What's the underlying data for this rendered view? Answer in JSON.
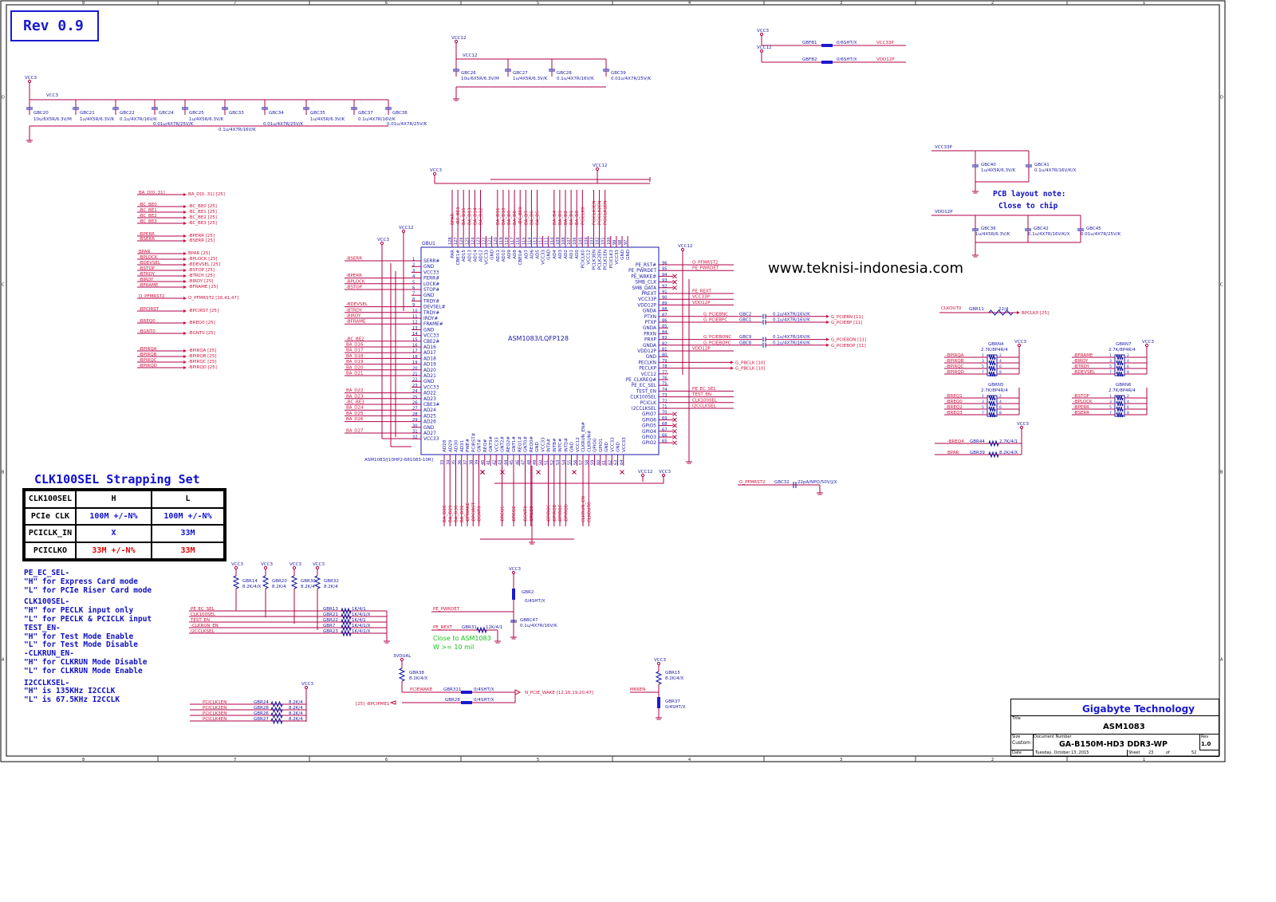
{
  "header": {
    "rev": "Rev 0.9",
    "watermark": "www.teknisi-indonesia.com"
  },
  "border": {
    "cols": [
      "8",
      "7",
      "6",
      "5",
      "4",
      "3",
      "2",
      "1"
    ],
    "rows": [
      "D",
      "C",
      "B",
      "A"
    ]
  },
  "chip": {
    "ref": "GBU1",
    "part": "ASM1083/LQFP128",
    "footprint": "ASM1083/[10HP2-681083-10R]",
    "left_pins": [
      [
        "SERR#",
        "1"
      ],
      [
        "GND",
        "2"
      ],
      [
        "VCC33",
        "3"
      ],
      [
        "PERR#",
        "4"
      ],
      [
        "LOCK#",
        "5"
      ],
      [
        "STOP#",
        "6"
      ],
      [
        "GND",
        "7"
      ],
      [
        "TRDY#",
        "8"
      ],
      [
        "DEVSEL#",
        "9"
      ],
      [
        "TRDY#",
        "10"
      ],
      [
        "IRDY#",
        "11"
      ],
      [
        "FRAME#",
        "12"
      ],
      [
        "GND",
        "13"
      ],
      [
        "VCC33",
        "14"
      ],
      [
        "CBE2#",
        "15"
      ],
      [
        "AD16",
        "16"
      ],
      [
        "AD17",
        "17"
      ],
      [
        "AD18",
        "18"
      ],
      [
        "AD19",
        "19"
      ],
      [
        "AD20",
        "20"
      ],
      [
        "AD21",
        "21"
      ],
      [
        "GND",
        "22"
      ],
      [
        "VCC33",
        "23"
      ],
      [
        "AD22",
        "24"
      ],
      [
        "AD23",
        "25"
      ],
      [
        "CBE3#",
        "26"
      ],
      [
        "AD24",
        "27"
      ],
      [
        "AD25",
        "28"
      ],
      [
        "AD26",
        "29"
      ],
      [
        "GND",
        "30"
      ],
      [
        "AD27",
        "31"
      ],
      [
        "VCC33",
        "32"
      ]
    ],
    "right_pins": [
      [
        "PE_RST#",
        "96"
      ],
      [
        "PE_PWRDET",
        "95"
      ],
      [
        "PE_WAKE#",
        "94"
      ],
      [
        "SMB_CLK",
        "93"
      ],
      [
        "SMB_DATA",
        "92"
      ],
      [
        "PREXT",
        "91"
      ],
      [
        "VCC33P",
        "90"
      ],
      [
        "VDD12P",
        "89"
      ],
      [
        "GNDA",
        "88"
      ],
      [
        "PTXN",
        "87"
      ],
      [
        "PTXP",
        "86"
      ],
      [
        "GNDA",
        "85"
      ],
      [
        "PRXN",
        "84"
      ],
      [
        "PRXP",
        "83"
      ],
      [
        "GNDA",
        "82"
      ],
      [
        "VDD12P",
        "81"
      ],
      [
        "GND",
        "80"
      ],
      [
        "PECLKN",
        "79"
      ],
      [
        "PECLKP",
        "78"
      ],
      [
        "VCC12",
        "77"
      ],
      [
        "PE_CLKREQ#",
        "76"
      ],
      [
        "PE_EC_SEL",
        "75"
      ],
      [
        "TEST_EN",
        "74"
      ],
      [
        "CLK100SEL",
        "73"
      ],
      [
        "PCICLK",
        "72"
      ],
      [
        "I2CCLKSEL",
        "71"
      ],
      [
        "GPIO7",
        "70"
      ],
      [
        "GPIO6",
        "69"
      ],
      [
        "GPIO5",
        "68"
      ],
      [
        "GPIO4",
        "67"
      ],
      [
        "GPIO3",
        "66"
      ],
      [
        "GPIO2",
        "65"
      ]
    ],
    "top_pins": [
      [
        "PAR",
        "128"
      ],
      [
        "CBE1#",
        "127"
      ],
      [
        "AD15",
        "126"
      ],
      [
        "AD13",
        "125"
      ],
      [
        "AD14",
        "124"
      ],
      [
        "AD12",
        "123"
      ],
      [
        "VCC33",
        "122"
      ],
      [
        "GND",
        "121"
      ],
      [
        "AD11",
        "120"
      ],
      [
        "AD10",
        "119"
      ],
      [
        "AD9",
        "118"
      ],
      [
        "AD8",
        "117"
      ],
      [
        "CBE0#",
        "116"
      ],
      [
        "AD7",
        "115"
      ],
      [
        "AD6",
        "114"
      ],
      [
        "AD5",
        "113"
      ],
      [
        "VCC33",
        "112"
      ],
      [
        "GND",
        "111"
      ],
      [
        "AD4",
        "110"
      ],
      [
        "AD3",
        "109"
      ],
      [
        "AD2",
        "108"
      ],
      [
        "AD1",
        "107"
      ],
      [
        "AD0",
        "106"
      ],
      [
        "PCICLK0",
        "105"
      ],
      [
        "VCC12",
        "104"
      ],
      [
        "PCLK3EN",
        "103"
      ],
      [
        "PCLK2EN",
        "102"
      ],
      [
        "PCLK1EN",
        "101"
      ],
      [
        "PCICLK3",
        "100"
      ],
      [
        "VCC33",
        "99"
      ],
      [
        "GND",
        "98"
      ],
      [
        "GND",
        "97"
      ]
    ],
    "bottom_pins": [
      [
        "AD28",
        "33"
      ],
      [
        "AD29",
        "34"
      ],
      [
        "AD30",
        "35"
      ],
      [
        "AD31",
        "36"
      ],
      [
        "PWE#",
        "37"
      ],
      [
        "PCIRST#",
        "38"
      ],
      [
        "GNT#",
        "39"
      ],
      [
        "REQ#",
        "40"
      ],
      [
        "GNT3#",
        "41"
      ],
      [
        "VCC33",
        "42"
      ],
      [
        "GNT2#",
        "43"
      ],
      [
        "REQ2#",
        "44"
      ],
      [
        "GNT1#",
        "45"
      ],
      [
        "REQ1#",
        "46"
      ],
      [
        "GNT0#",
        "47"
      ],
      [
        "REQ0#",
        "48"
      ],
      [
        "GND",
        "49"
      ],
      [
        "VCC33",
        "50"
      ],
      [
        "INTA#",
        "51"
      ],
      [
        "INTB#",
        "52"
      ],
      [
        "INTC#",
        "53"
      ],
      [
        "INTD#",
        "54"
      ],
      [
        "GND",
        "55"
      ],
      [
        "VCC12",
        "56"
      ],
      [
        "CLKRUN_EN#",
        "57"
      ],
      [
        "CLKRUN#",
        "58"
      ],
      [
        "GPIO0",
        "59"
      ],
      [
        "GPIO1",
        "60"
      ],
      [
        "GND",
        "61"
      ],
      [
        "VCC33",
        "62"
      ],
      [
        "GND",
        "63"
      ],
      [
        "VCC33",
        "64"
      ]
    ]
  },
  "left_signals": [
    [
      "BA_D[0..31]",
      "BA_D[0..31]  [25]"
    ],
    [
      "-BC_BE0",
      "-BC_BE0  [25]"
    ],
    [
      "-BC_BE1",
      "-BC_BE1  [25]"
    ],
    [
      "-BC_BE2",
      "-BC_BE2  [25]"
    ],
    [
      "-BC_BE3",
      "-BC_BE3  [25]"
    ],
    [
      "-BPERR",
      "-BPERR  [25]"
    ],
    [
      "-BSERR",
      "-BSERR  [25]"
    ],
    [
      "BPAR",
      "BPAR  [25]"
    ],
    [
      "-BPLOCK",
      "-BPLOCK  [25]"
    ],
    [
      "-BDEVSEL",
      "-BDEVSEL  [25]"
    ],
    [
      "-BSTOP",
      "-BSTOP  [25]"
    ],
    [
      "-BTRDY",
      "-BTRDY  [25]"
    ],
    [
      "-BIRDY",
      "-BIRDY  [25]"
    ],
    [
      "-BFRAME",
      "-BFRAME  [25]"
    ],
    [
      "O_PFMRST2",
      "O_PFMRST2  [16,41,47]"
    ],
    [
      "-BPCIRST",
      "-BPCIRST  [25]"
    ],
    [
      "-BREQ0",
      "-BREQ0  [25]"
    ],
    [
      "-BGNT0",
      "-BGNT0  [25]"
    ],
    [
      "-BPIRQA",
      "-BPIRQA  [25]"
    ],
    [
      "-BPIRQB",
      "-BPIRQB  [25]"
    ],
    [
      "-BPIRQC",
      "-BPIRQC  [25]"
    ],
    [
      "-BPIRQD",
      "-BPIRQD  [25]"
    ]
  ],
  "chip_left_nets": [
    "-BSERR",
    "",
    "",
    "-BPERR",
    "-BPLOCK",
    "-BSTOP",
    "",
    "",
    "-BDEVSEL",
    "-BTRDY",
    "-BIRDY",
    "-BFRAME",
    "",
    "",
    "-BC_BE2",
    "BA_D16",
    "BA_D17",
    "BA_D18",
    "BA_D19",
    "BA_D20",
    "BA_D21",
    "",
    "",
    "BA_D22",
    "BA_D23",
    "-BC_BE3",
    "BA_D24",
    "BA_D25",
    "BA_D26",
    "",
    "BA_D27",
    ""
  ],
  "chip_top_nets": [
    "BPAR",
    "-BC_BE1",
    "BA_D15",
    "BA_D13",
    "BA_D14",
    "BA_D12",
    "",
    "",
    "BA_D11",
    "BA_D10",
    "BA_D9",
    "BA_D8",
    "-BC_BE0",
    "BA_D7",
    "BA_D6",
    "BA_D5",
    "",
    "",
    "BA_D4",
    "BA_D3",
    "BA_D2",
    "BA_D1",
    "BA_D0",
    "PCICLK0",
    "",
    "PCICLK3EN",
    "PCICLK2EN",
    "PCICLK1EN",
    "",
    "",
    "",
    ""
  ],
  "chip_bottom_nets": [
    "BA_D28",
    "BA_D29",
    "BA_D30",
    "BA_D31",
    "-BPWAKE",
    "-BPCIRST",
    "-BGNT0",
    "",
    "",
    "",
    "-BREQ1",
    "",
    "-BREQ2",
    "",
    "-BGNT0",
    "-BREQ0",
    "",
    "",
    "-BPIRQC",
    "-BPIRQB",
    "-BPIRQC",
    "-BPIRQD",
    "",
    "",
    "CLKRUN_EN",
    "CLKOUT0",
    "",
    "",
    "",
    "",
    "",
    ""
  ],
  "chip_right_nets": [
    {
      "pin": 0,
      "label": "O_PFMRST2"
    },
    {
      "pin": 1,
      "label": "PE_PWRDET"
    },
    {
      "pin": 5,
      "label": "PE_REXT"
    },
    {
      "pin": 6,
      "label": "VCC33P"
    },
    {
      "pin": 7,
      "label": "VDD12P"
    },
    {
      "pin": 15,
      "label": "VDD12P"
    },
    {
      "pin": 22,
      "label": "PE_EC_SEL"
    },
    {
      "pin": 23,
      "label": "TEST_EN"
    },
    {
      "pin": 24,
      "label": "CLK100SEL"
    },
    {
      "pin": 25,
      "label": "I2CCLKSEL"
    }
  ],
  "pcie_caps": [
    {
      "net": "G_PCIEBNC",
      "ref": "GBC2",
      "value": "0.1u/4X7R/16V/K",
      "out": "G_PCIEBN  [11]"
    },
    {
      "net": "G_PCIEBPC",
      "ref": "GBC1",
      "value": "0.1u/4X7R/16V/K",
      "out": "G_PCIEBP  [11]"
    },
    {
      "net": "G_PCIEBONC",
      "ref": "GBC9",
      "value": "0.1u/4X7R/16V/K",
      "out": "G_PCIEBON  [11]"
    },
    {
      "net": "G_PCIEBOPC",
      "ref": "GBC8",
      "value": "0.1u/4X7R/16V/K",
      "out": "G_PCIEBOP  [11]"
    }
  ],
  "pclk": [
    "G_PBCLK  [10]",
    "G_PBCLK  [10]"
  ],
  "decoupling_vcc3": {
    "rail": "VCC3",
    "caps": [
      [
        "GBC20",
        "10u/6X5R/6.3V/M"
      ],
      [
        "GBC21",
        "1u/4X5R/6.3V/K"
      ],
      [
        "GBC22",
        "0.1u/4X7R/16V/K"
      ],
      [
        "GBC24",
        "0.01u/4X7R/25V/K"
      ],
      [
        "GBC25",
        "1u/4X5R/6.3V/K"
      ],
      [
        "GBC33",
        "0.1u/4X7R/16V/K"
      ],
      [
        "GBC34",
        "0.01u/4X7R/25V/K"
      ],
      [
        "GBC35",
        "1u/4X5R/6.3V/K"
      ],
      [
        "GBC37",
        "0.1u/4X7R/16V/K"
      ],
      [
        "GBC38",
        "0.01u/4X7R/25V/K"
      ]
    ]
  },
  "decoupling_vcc12": {
    "rail": "VCC12",
    "caps": [
      [
        "GBC26",
        "10u/6X5R/6.3V/M"
      ],
      [
        "GBC27",
        "1u/4X5R/6.3V/K"
      ],
      [
        "GBC28",
        "0.1u/4X7R/16V/K"
      ],
      [
        "GBC39",
        "0.01u/4X7R/25V/K"
      ]
    ]
  },
  "beads": [
    {
      "rail": "VCC3",
      "ref": "GBFB1",
      "value": "0/6SHT/X",
      "out": "VCC33P"
    },
    {
      "rail": "VCC12",
      "ref": "GBFB2",
      "value": "0/6SHT/X",
      "out": "VDD12P"
    }
  ],
  "vcc33p_caps": {
    "rail": "VCC33P",
    "caps": [
      [
        "GBC40",
        "1u/4X5R/6.3V/K"
      ],
      [
        "GBC41",
        "0.1u/4X7R/16V/K/X"
      ]
    ]
  },
  "vdd12p_caps": {
    "rail": "VDD12P",
    "caps": [
      [
        "GBC36",
        "1u/4X5R/6.3V/K"
      ],
      [
        "GBC42",
        "0.1u/4X7R/16V/K/X"
      ],
      [
        "GBC45",
        "0.01u/4X7R/25V/K"
      ]
    ]
  },
  "layout_note": [
    "PCB layout note:",
    "Close to chip"
  ],
  "clkout": {
    "net": "CLKOUT0",
    "ref": "GBR11",
    "value": "22/4",
    "out": "BPCLK0  [25]"
  },
  "rpacks": [
    {
      "ref": "GBRN4",
      "value": "2.7K/8P4R/4",
      "nets": [
        "-BPIRQA",
        "-BPIRQB",
        "-BPIRQC",
        "-BPIRQD"
      ]
    },
    {
      "ref": "GBRN5",
      "value": "2.7K/8P4R/4",
      "nets": [
        "-BREQ1",
        "-BREQ0",
        "-BREQ2",
        "-BREQ3"
      ]
    },
    {
      "ref": "GBRN7",
      "value": "2.7K/8P4R/4",
      "nets": [
        "-BFRAME",
        "-BIRDY",
        "-BTRDY",
        "-BDEVSEL"
      ]
    },
    {
      "ref": "GBRN6",
      "value": "2.7K/8P4R/4",
      "nets": [
        "-BSTOP",
        "-BPLOCK",
        "-BPERR",
        "-BSERR"
      ]
    }
  ],
  "pullups_right": [
    {
      "net": "-BREQ4",
      "ref": "GBR44",
      "value": "2.7K/4/1"
    },
    {
      "net": "BPAR",
      "ref": "GBR39",
      "value": "8.2K/4/X"
    }
  ],
  "pfm_cap": {
    "net": "O_PFMRST2",
    "ref": "GBC32",
    "value": "22pA/NPO/50V/J/X"
  },
  "table": {
    "title": "CLK100SEL Strapping Set",
    "header": [
      "CLK100SEL",
      "H",
      "L"
    ],
    "rows": [
      [
        "PCIe CLK",
        "100M +/-N%",
        "100M +/-N%"
      ],
      [
        "PCICLK_IN",
        "X",
        "33M"
      ],
      [
        "PCICLKO",
        "33M +/-N%",
        "33M"
      ]
    ]
  },
  "notes": [
    "PE_EC_SEL-\n\"H\" for Express Card mode\n\"L\" for PCIe Riser Card mode",
    "CLK100SEL-\n\"H\" for PECLK input only\n\"L\" for PECLK & PCICLK input\nTEST_EN-\n\"H\" for Test Mode Enable\n\"L\" for Test Mode Disable\n-CLKRUN_EN-\n\"H\" for CLKRUN Mode Disable\n\"L\" for CLKRUN Mode Enable",
    "I2CCLKSEL-\n\"H\" is 135KHz I2CCLK\n\"L\" is 67.5KHz I2CCLK"
  ],
  "strap_pullups": [
    [
      "GBR14",
      "8.2K/4/X"
    ],
    [
      "GBR20",
      "8.2K/4"
    ],
    [
      "GBR30",
      "8.2K/4"
    ],
    [
      "GBR32",
      "8.2K/4"
    ]
  ],
  "strap_res": [
    {
      "net": "PE_EC_SEL",
      "ref": "GBR13",
      "value": "1K/4/1"
    },
    {
      "net": "CLK100SEL",
      "ref": "GBR21",
      "value": "1K/4/1/X"
    },
    {
      "net": "TEST_EN",
      "ref": "GBR22",
      "value": "1K/4/1"
    },
    {
      "net": "-CLKRUN_EN",
      "ref": "GBR7",
      "value": "1K/4/1/X"
    },
    {
      "net": "I2CCLKSEL",
      "ref": "GBR23",
      "value": "1K/4/1/X"
    }
  ],
  "pcl_res": [
    {
      "net": "PCICLK1EN",
      "ref": "GBR24",
      "value": "8.2K/4"
    },
    {
      "net": "PCICLK2EN",
      "ref": "GBR28",
      "value": "8.2K/4"
    },
    {
      "net": "PCICLK3EN",
      "ref": "GBR26",
      "value": "8.2K/4"
    },
    {
      "net": "PCICLK4EN",
      "ref": "GBR27",
      "value": "8.2K/4"
    }
  ],
  "pwrdet": {
    "net": "PE_PWRDET",
    "ref": "GBR2",
    "value": "0/4SHT/X",
    "cap_ref": "GBBC47",
    "cap_value": "0.1u/4X7R/16V/K",
    "rext_net": "PE_REXT",
    "rext_ref": "GBR31",
    "rext_value": "12K/4/1",
    "note": [
      "Close to ASM1083",
      "W >= 10 mil"
    ]
  },
  "wake": {
    "rail": "3VDUAL",
    "pullup_ref": "GBR38",
    "pullup_value": "8.2K/4/X",
    "n1": "PCIEWAKE",
    "r1_ref": "GBR311",
    "r1_value": "0/4SHT/X",
    "out": "N_PCIE_WAKE  [12,16,19,20,47]",
    "n2": "-BPCIPME1",
    "n2_in": "[25]  -BPCIPME1",
    "r2_ref": "GBR28",
    "r2_value": "0/4SHT/X"
  },
  "m66": {
    "net": "M66EN",
    "r_ref": "GBR15",
    "r_value": "8.2K/4/X",
    "r2_ref": "GBR37",
    "r2_value": "0/4SHT/X"
  },
  "rails": {
    "vcc3": "VCC3",
    "vcc12": "VCC12"
  },
  "title_block": {
    "company": "Gigabyte Technology",
    "title_label": "Title",
    "title": "ASM1083",
    "size_label": "Size",
    "size": "Custom",
    "doc_label": "Document Number",
    "doc": "GA-B150M-HD3 DDR3-WP",
    "rev_label": "Rev",
    "rev": "1.0",
    "date_label": "Date",
    "date": "Tuesday, October 13, 2015",
    "sheet_label": "Sheet",
    "sheet": "23",
    "of_label": "of",
    "total": "52"
  },
  "colors": {
    "wire": "#b0004a",
    "net": "#d0103a",
    "text": "#1a1aa8",
    "note": "#1010c0",
    "green": "#17c017"
  }
}
